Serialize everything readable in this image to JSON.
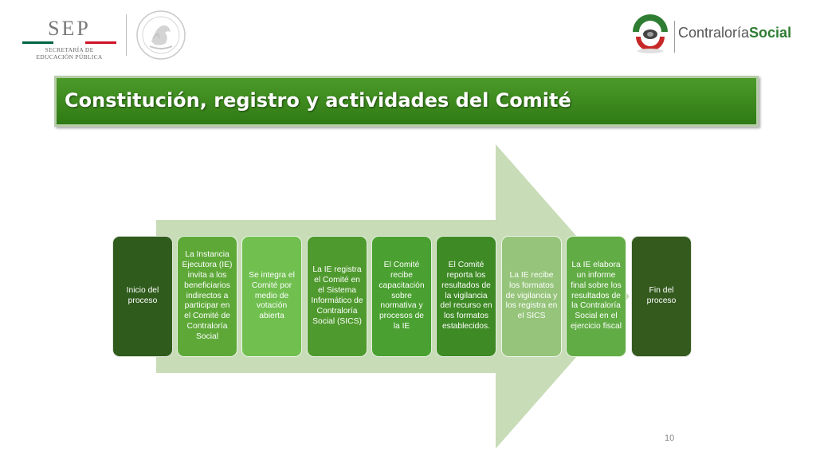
{
  "header": {
    "sep": {
      "name": "SEP",
      "line1": "SECRETARÍA DE",
      "line2": "EDUCACIÓN PÚBLICA",
      "flag_colors": [
        "#006341",
        "#ffffff",
        "#ce1126"
      ]
    },
    "seal_icon": "mexican-coat-of-arms-icon",
    "contraloria": {
      "text_regular": "Contraloría",
      "text_bold": "Social",
      "icon": "contraloria-social-emblem-icon"
    }
  },
  "title": "Constitución, registro y actividades del Comité",
  "colors": {
    "banner": "#3f8c1f",
    "arrow": "#c8dcb8",
    "dark_green": "#2f5b1c",
    "medium_green": "#4fa13a",
    "light_green": "#8fc471"
  },
  "steps": [
    {
      "text": "Inicio del proceso",
      "fill": "#2f5b1c",
      "text_color": "#ffffff"
    },
    {
      "text": "La Instancia Ejecutora (IE) invita a los beneficiarios indirectos a participar en el Comité de Contraloría Social",
      "fill": "#5ea838",
      "text_color": "#ffffff"
    },
    {
      "text": "Se integra el Comité por medio de votación abierta",
      "fill": "#70bf4f",
      "text_color": "#ffffff"
    },
    {
      "text": "La IE registra el Comité en el Sistema Informático de Contraloría Social (SICS)",
      "fill": "#4f9a2e",
      "text_color": "#ffffff"
    },
    {
      "text": "El Comité recibe capacitación sobre normativa y procesos de la IE",
      "fill": "#4aa030",
      "text_color": "#ffffff"
    },
    {
      "text": "El Comité reporta los resultados de la vigilancia del recurso en los formatos establecidos.",
      "fill": "#3e8a24",
      "text_color": "#ffffff"
    },
    {
      "text": "La IE recibe los formatos de vigilancia y los registra en el SICS",
      "fill": "#95c47a",
      "text_color": "#ffffff"
    },
    {
      "text": "La IE elabora un informe final sobre los resultados de la Contraloría Social en el ejercicio fiscal",
      "fill": "#62ac45",
      "text_color": "#ffffff"
    },
    {
      "text": "Fin del proceso",
      "fill": "#345a1e",
      "text_color": "#ffffff"
    }
  ],
  "page_number": "10"
}
